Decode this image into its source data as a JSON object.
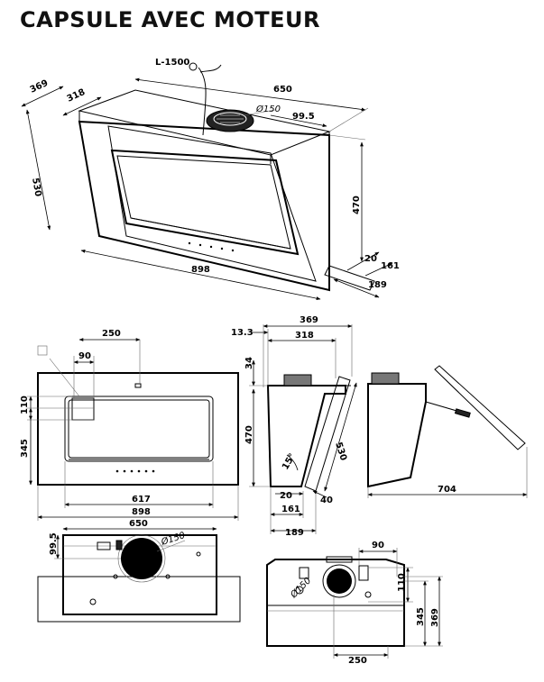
{
  "title": "CAPSULE AVEC MOTEUR",
  "iso": {
    "cable": "L-1500",
    "d369": "369",
    "d318": "318",
    "d650": "650",
    "dia150": "Ø150",
    "d99_5": "99.5",
    "d530": "530",
    "d470": "470",
    "d20": "20",
    "d161": "161",
    "d189": "189",
    "d898": "898"
  },
  "front": {
    "d250": "250",
    "d90": "90",
    "d110": "110",
    "d345": "345",
    "d617": "617",
    "d898": "898"
  },
  "side": {
    "d13_3": "13.3",
    "d369": "369",
    "d318": "318",
    "d34": "34",
    "d470": "470",
    "d530": "530",
    "d15deg": "15°",
    "d20": "20",
    "d40": "40",
    "d161": "161",
    "d189": "189",
    "d704": "704"
  },
  "top": {
    "d650": "650",
    "d99_5": "99.5",
    "dia150": "Ø150"
  },
  "rear": {
    "d90": "90",
    "d110": "110",
    "dia150": "Ø150",
    "d345": "345",
    "d369": "369",
    "d250": "250"
  }
}
